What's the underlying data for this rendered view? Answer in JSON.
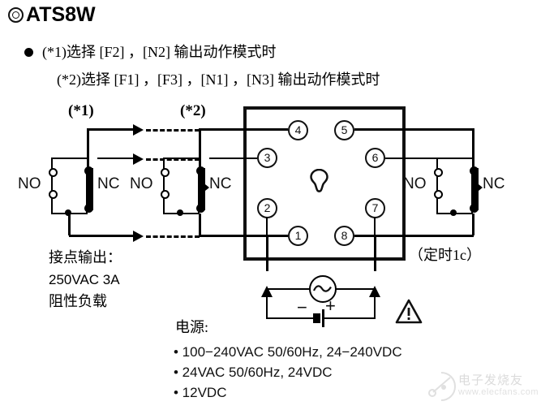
{
  "header": {
    "ring_icon": "double-circle-icon",
    "model": "ATS8W",
    "bullet": "bullet-dot",
    "note1": "(*1)选择 [F2] ，[N2] 输出动作模式时",
    "note2": "(*2)选择 [F1] ，[F3] ，[N1] ，[N3] 输出动作模式时"
  },
  "diagram": {
    "star1_label": "(*1)",
    "star2_label": "(*2)",
    "no_label": "NO",
    "nc_label": "NC",
    "pins": [
      {
        "id": "pin-4",
        "number": "4"
      },
      {
        "id": "pin-5",
        "number": "5"
      },
      {
        "id": "pin-3",
        "number": "3"
      },
      {
        "id": "pin-6",
        "number": "6"
      },
      {
        "id": "pin-2",
        "number": "2"
      },
      {
        "id": "pin-7",
        "number": "7"
      },
      {
        "id": "pin-1",
        "number": "1"
      },
      {
        "id": "pin-8",
        "number": "8"
      }
    ],
    "timing_label": "（定时1c）",
    "polarity_minus": "−",
    "polarity_plus": "+",
    "ac_symbol": "~",
    "warning_icon": "warning-triangle-icon"
  },
  "contact_output": {
    "line1": "接点输出：",
    "line2": "250VAC  3A",
    "line3": "阻性负载"
  },
  "power": {
    "title": "电源:",
    "items": [
      "• 100−240VAC 50/60Hz, 24−240VDC",
      "• 24VAC 50/60Hz, 24VDC",
      "• 12VDC"
    ]
  },
  "watermark": {
    "text": "电子发烧友",
    "url": "www.elecfans.com"
  },
  "colors": {
    "ink": "#000000",
    "paper": "#ffffff",
    "watermark": "#9a9a9a"
  }
}
